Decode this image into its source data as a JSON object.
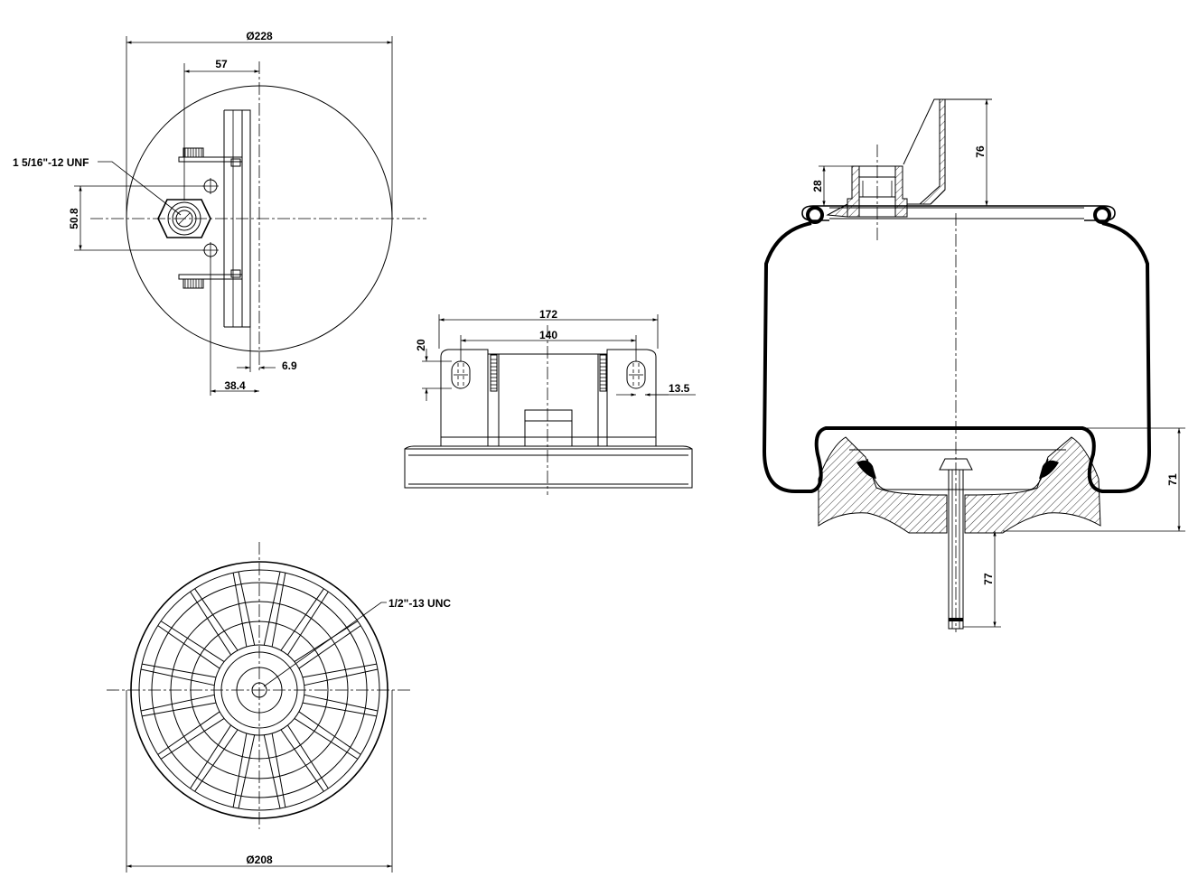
{
  "dimensions": {
    "top_view_outer_diameter": "Ø228",
    "top_view_stud_offset": "57",
    "top_view_stud_spacing": "50.8",
    "top_view_plate_thickness": "6.9",
    "top_view_plate_offset": "38.4",
    "top_view_thread": "1 5/16\"-12 UNF",
    "front_view_width": "172",
    "front_view_hole_spacing": "140",
    "front_view_hole_height": "20",
    "front_view_hole_offset": "13.5",
    "bottom_view_diameter": "Ø208",
    "bottom_view_thread": "1/2\"-13 UNC",
    "section_fitting_height": "28",
    "section_bracket_height": "76",
    "section_piston_height": "71",
    "section_stud_length": "77"
  }
}
